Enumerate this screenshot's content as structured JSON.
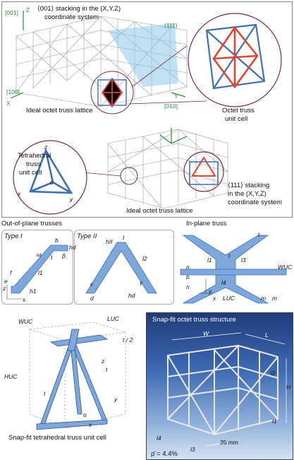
{
  "panel_top": {
    "label_001_stack": "⟨001⟩ stacking in the (X,Y,Z)",
    "label_001_coord": "coordinate system",
    "axis_001": "[001]",
    "axis_Z": "Z",
    "miller_111": "(111)",
    "axis_100": "[100]",
    "axis_X": "X",
    "axis_Y": "Y",
    "axis_010": "[010]",
    "ideal_lattice_1": "Ideal octet truss lattice",
    "octet_cell_1": "Octet truss",
    "octet_cell_2": "unit cell",
    "tetra_1": "Tetrahedral",
    "tetra_2": "truss",
    "tetra_3": "unit cell",
    "stack_111_1": "⟨111⟩ stacking",
    "stack_111_2": "in the (X,Y,Z)",
    "stack_111_3": "coordinate system",
    "ideal_lattice_2": "Ideal octet truss lattice",
    "z": "z",
    "x": "x",
    "y": "y",
    "o": "o"
  },
  "panel_mid": {
    "oop_title": "Out-of-plane trusses",
    "type1": "Type I",
    "type2": "Type II",
    "inplane_title": "In-plane truss",
    "sym": {
      "b": "b",
      "hd": "hd",
      "beta": "β",
      "t": "t",
      "omega": "ω",
      "f": "f",
      "e": "e",
      "l1": "l1",
      "h1": "h1",
      "z": "z",
      "x": "x",
      "hii": "hII",
      "l2": "l2",
      "c": "c",
      "d": "d",
      "gamma": "γ",
      "l3": "l3",
      "wuc": "WUC",
      "n": "n",
      "l4": "l4",
      "luc": "LUC",
      "m": "m",
      "y": "y"
    }
  },
  "panel_bot": {
    "wuc": "WUC",
    "luc": "LUC",
    "t2": "t / 2",
    "huc": "HUC",
    "t": "t",
    "z": "z",
    "y": "y",
    "x": "x",
    "o": "o",
    "cell_caption": "Snap-fit tetrahedral truss unit cell",
    "photo_title": "Snap-fit octet truss structure",
    "W": "W",
    "L": "L",
    "H": "H",
    "l2": "l2",
    "l1": "l1",
    "l4": "l4",
    "l3": "l3",
    "scale": "35 mm",
    "rho": "ρ̄ = 4.4%"
  },
  "colors": {
    "blue": "#3f6fb8",
    "red": "#e0452e",
    "green": "#2a8a3a",
    "cyan": "#8ec9ea",
    "steel": "#5f8fcf"
  }
}
